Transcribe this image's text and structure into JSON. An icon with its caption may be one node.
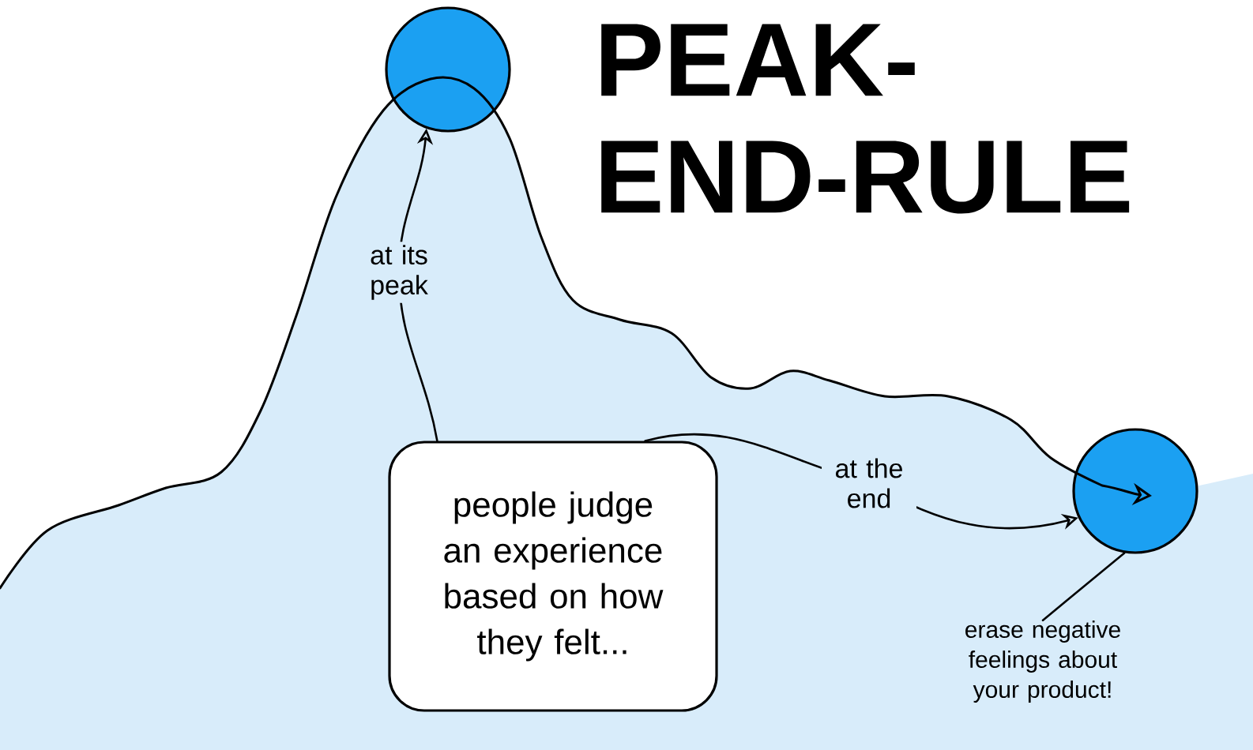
{
  "diagram": {
    "title": "PEAK- END-RULE",
    "nodes": [
      {
        "text": [],
        "shape": "circle"
      },
      {
        "text": [],
        "shape": "circle"
      },
      {
        "text": [
          "people judge an experience based on how they felt..."
        ]
      },
      {
        "text": [
          "erase negative feelings about your product!"
        ]
      }
    ],
    "edges": [
      {
        "from": 2,
        "to": 0,
        "arrow": "to",
        "label": "at its peak"
      },
      {
        "from": 2,
        "to": 1,
        "arrow": "to",
        "label": "at the end"
      },
      {
        "from": 3,
        "to": 1,
        "arrow": "none"
      }
    ]
  }
}
